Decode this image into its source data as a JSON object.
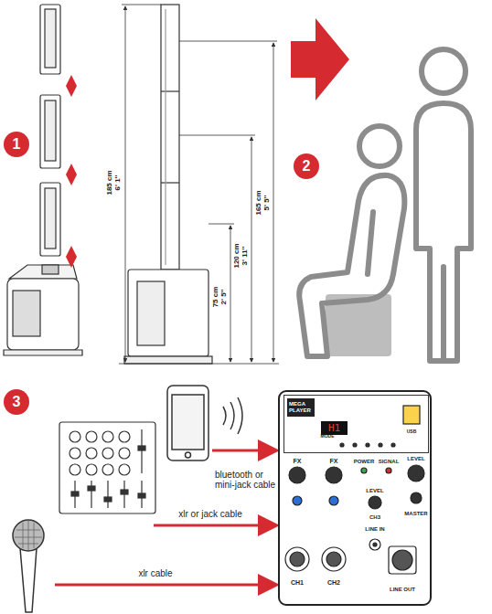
{
  "diagram": {
    "nodes": [
      {
        "text": [
          "MEGA PLAYER"
        ]
      },
      {
        "text": [
          "H1"
        ],
        "in": 0
      }
    ],
    "labels": [
      "1",
      "2",
      "3",
      "185 cm",
      "6' 1''",
      "165 cm",
      "5' 5''",
      "120 cm",
      "3' 11''",
      "75 cm",
      "2' 5''",
      "bluetooth or mini-jack cable",
      "xlr or jack cable",
      "xlr cable",
      "FX",
      "FX",
      "POWER",
      "SIGNAL",
      "LEVEL",
      "LEVEL",
      "CH3",
      "LINE IN",
      "MASTER",
      "CH1",
      "CH2",
      "LINE OUT",
      "MODE",
      "USB"
    ]
  }
}
